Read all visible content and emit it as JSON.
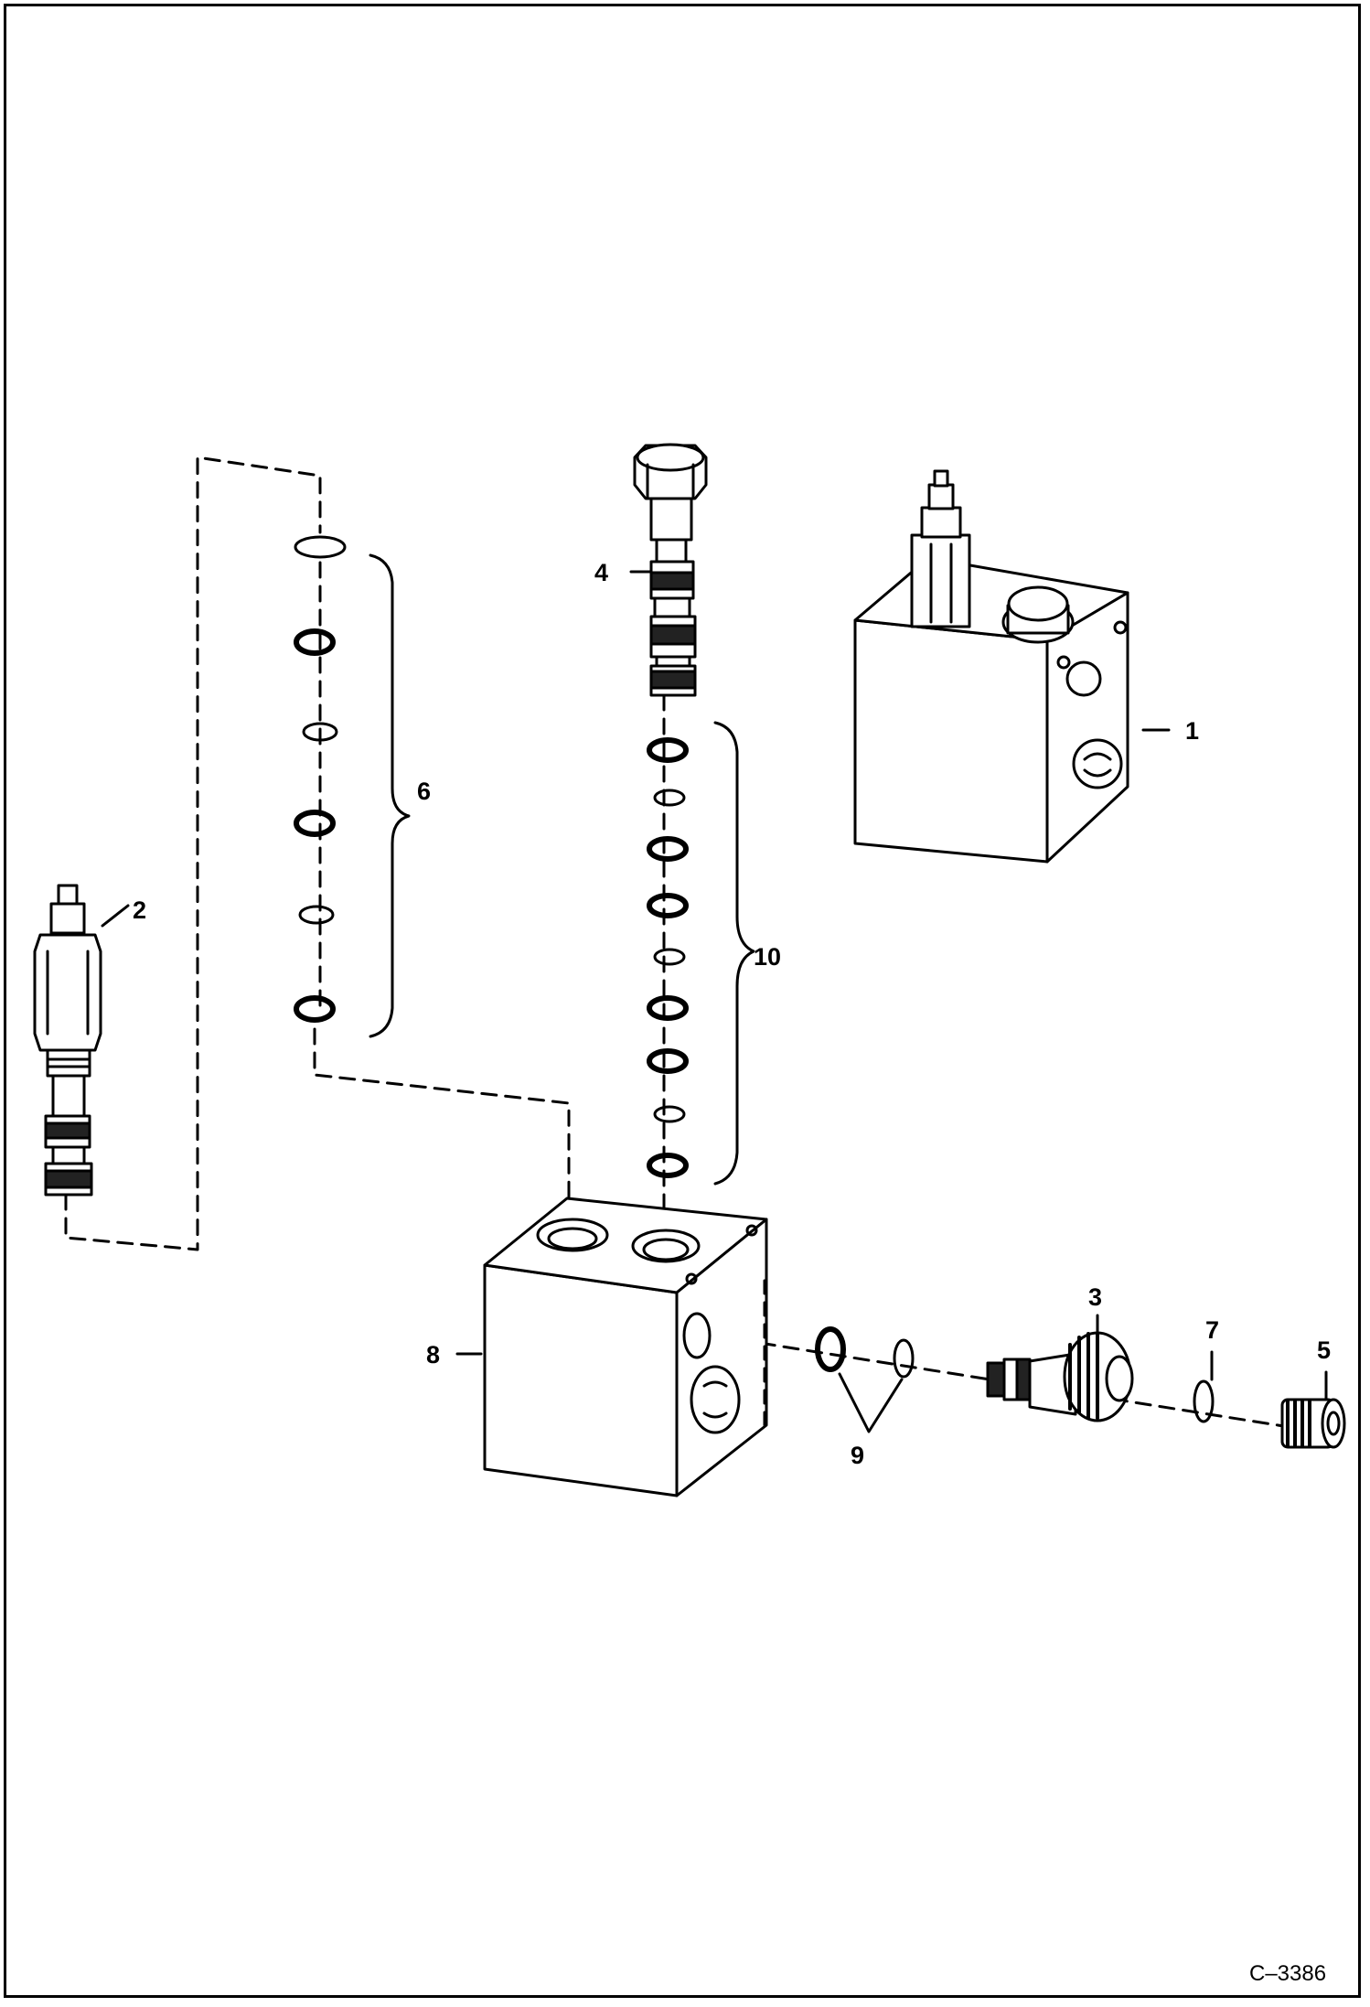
{
  "callouts": {
    "c1": "1",
    "c2": "2",
    "c3": "3",
    "c4": "4",
    "c5": "5",
    "c6": "6",
    "c7": "7",
    "c8": "8",
    "c9": "9",
    "c10": "10"
  },
  "figure_ref": "C–3386"
}
